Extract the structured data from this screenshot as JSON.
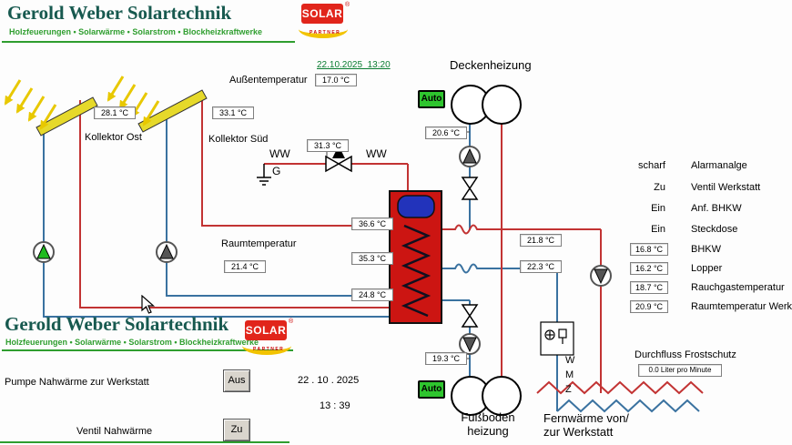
{
  "colors": {
    "brand_green": "#2f9e2f",
    "title_teal": "#17594f",
    "logo_red": "#e1251b",
    "logo_yellow": "#f2c300",
    "pipe_hot": "#c23333",
    "pipe_cold": "#3a72a0",
    "auto_green": "#2ec52e",
    "tank_red": "#cc1512",
    "tank_blue": "#2233bb",
    "datetime_green": "#0a7d32"
  },
  "brand": {
    "title": "Gerold Weber Solartechnik",
    "subtitle": "Holzfeuerungen • Solarwärme • Solarstrom • Blockheizkraftwerke",
    "logo_main": "SOLAR",
    "logo_sub": "PARTNER",
    "reg": "®"
  },
  "header": {
    "datetime": "22.10.2025  13:20",
    "outdoor_label": "Außentemperatur",
    "outdoor_temp": "17.0 °C"
  },
  "collectors": {
    "ost_label": "Kollektor Ost",
    "ost_temp": "28.1 °C",
    "sued_label": "Kollektor Süd",
    "sued_temp": "33.1 °C"
  },
  "ww": {
    "left": "WW",
    "right": "WW",
    "ground": "G",
    "temp": "31.3 °C"
  },
  "tank": {
    "top": "36.6 °C",
    "middle": "35.3 °C",
    "bottom": "24.8 °C"
  },
  "room": {
    "label": "Raumtemperatur",
    "temp": "21.4 °C"
  },
  "ceiling": {
    "label": "Deckenheizung",
    "auto": "Auto",
    "supply_temp": "20.6 °C"
  },
  "floor": {
    "label_line1": "Fußboden",
    "label_line2": "heizung",
    "auto": "Auto",
    "supply_temp": "19.3 °C"
  },
  "remote": {
    "line1": "Fernwärme von/",
    "line2": "zur Werkstatt",
    "temp1": "21.8 °C",
    "temp2": "22.3 °C",
    "wmz": [
      "W",
      "M",
      "Z"
    ]
  },
  "status_rows": [
    {
      "state": "scharf",
      "label": "Alarmanalge"
    },
    {
      "state": "Zu",
      "label": "Ventil Werkstatt"
    },
    {
      "state": "Ein",
      "label": "Anf. BHKW"
    },
    {
      "state": "Ein",
      "label": "Steckdose"
    }
  ],
  "gauges": [
    {
      "value": "16.8 °C",
      "label": "BHKW"
    },
    {
      "value": "16.2 °C",
      "label": "Lopper"
    },
    {
      "value": "18.7 °C",
      "label": "Rauchgastemperatur"
    },
    {
      "value": "20.9 °C",
      "label": "Raumtemperatur Werk"
    }
  ],
  "flow": {
    "label": "Durchfluss Frostschutz",
    "value": "0.0 Liter pro Minute"
  },
  "controls": {
    "pump_label": "Pumpe Nahwärme zur Werkstatt",
    "pump_state": "Aus",
    "valve_label": "Ventil Nahwärme",
    "valve_state": "Zu"
  },
  "footer": {
    "date": "22 . 10 . 2025",
    "time": "13 : 39"
  }
}
